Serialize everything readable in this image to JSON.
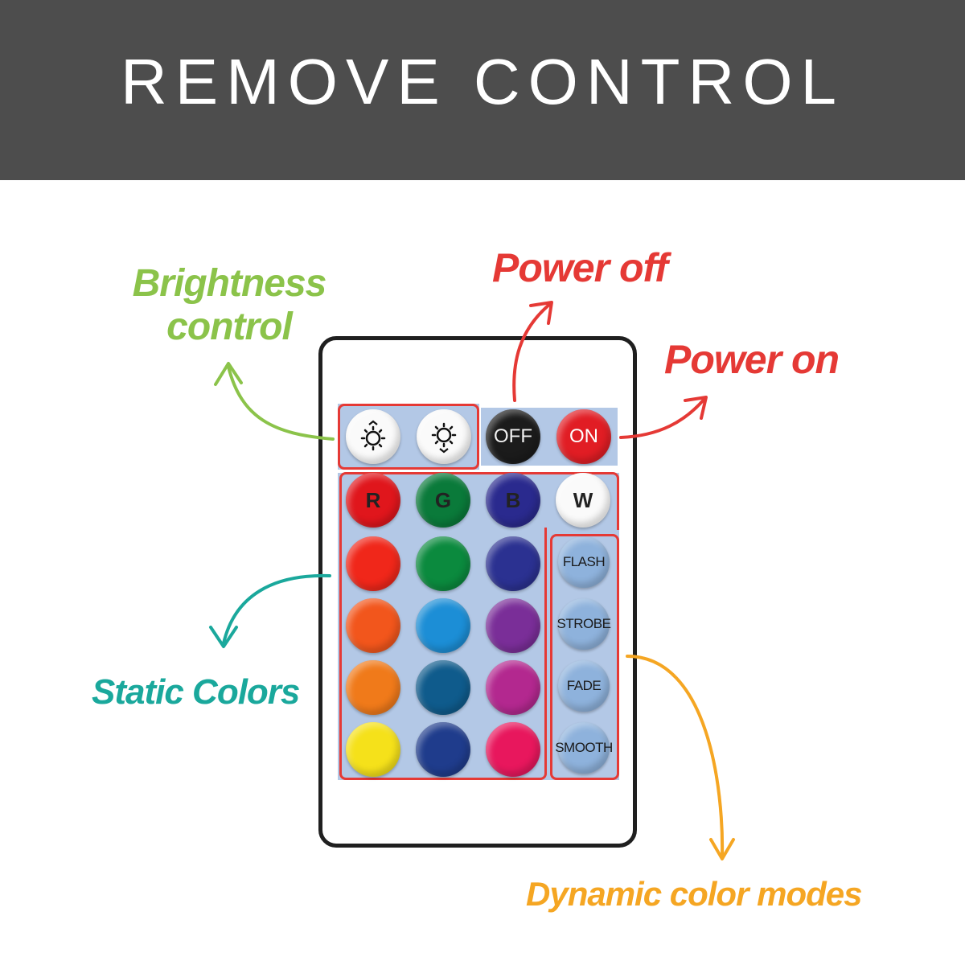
{
  "header": {
    "title": "REMOVE CONTROL"
  },
  "callouts": {
    "brightness": [
      "Brightness",
      "control"
    ],
    "power_off": "Power off",
    "power_on": "Power on",
    "static_colors": "Static Colors",
    "dynamic_modes": "Dynamic color modes"
  },
  "remote": {
    "brightness_buttons": [
      {
        "name": "brightness-up",
        "icon": "sun-up-icon"
      },
      {
        "name": "brightness-down",
        "icon": "sun-down-icon"
      }
    ],
    "power": {
      "off_label": "OFF",
      "on_label": "ON",
      "off_color": "#1b1b1b",
      "on_color": "#e11d24"
    },
    "rgbw": [
      {
        "label": "R",
        "color": "#e0161c"
      },
      {
        "label": "G",
        "color": "#0a7a3a"
      },
      {
        "label": "B",
        "color": "#2a2a8e"
      },
      {
        "label": "W",
        "color": "#fafafa"
      }
    ],
    "static_colors": [
      [
        "#f0271a",
        "#0b8a3e",
        "#2b3191"
      ],
      [
        "#f2561c",
        "#1c8ed6",
        "#7a2e98"
      ],
      [
        "#f07a1a",
        "#0f5b8c",
        "#b3288f"
      ],
      [
        "#f5e11a",
        "#1f3c8c",
        "#e8175d"
      ]
    ],
    "modes": [
      "FLASH",
      "STROBE",
      "FADE",
      "SMOOTH"
    ],
    "panel_color": "#b3c8e6",
    "highlight_color": "#e53935"
  },
  "colors": {
    "brightness": "#8bc34a",
    "power": "#e53935",
    "static": "#1aa89c",
    "dynamic": "#f5a623"
  }
}
